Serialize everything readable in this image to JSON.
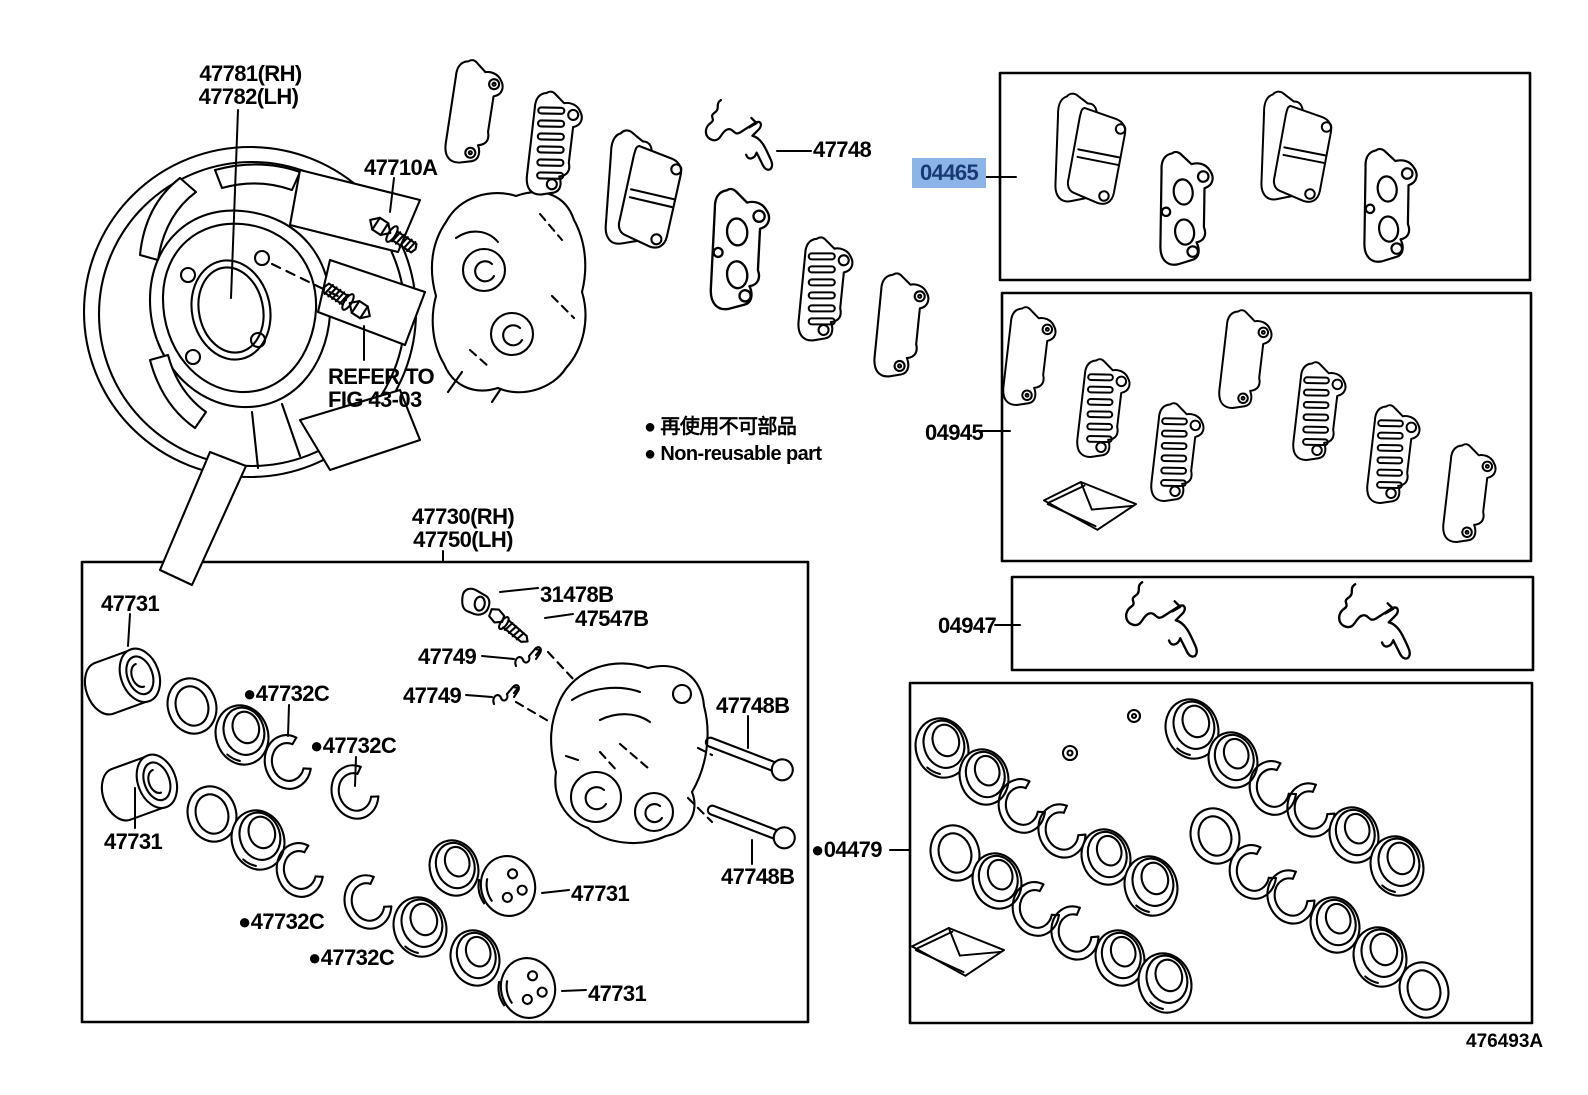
{
  "diagram": {
    "figure_code": "476493A",
    "selected_part": "04465",
    "highlight_bg": "#8CB4E8",
    "highlight_text": "#173A75",
    "line_color": "#000000",
    "note": {
      "jp": "● 再使用不可部品",
      "en": "● Non-reusable part"
    },
    "refer": {
      "line1": "REFER TO",
      "line2": "FIG 43-03"
    }
  },
  "labels": {
    "p47781": "47781(RH)",
    "p47782": "47782(LH)",
    "p47710A": "47710A",
    "p47748": "47748",
    "p04465": "04465",
    "p04945": "04945",
    "p04947": "04947",
    "p47730": "47730(RH)",
    "p47750": "47750(LH)",
    "p47731_1": "47731",
    "p47731_2": "47731",
    "p47731_3": "47731",
    "p47731_4": "47731",
    "p47732C_1": "●47732C",
    "p47732C_2": "●47732C",
    "p47732C_3": "●47732C",
    "p47732C_4": "●47732C",
    "p31478B": "31478B",
    "p47547B": "47547B",
    "p47749_1": "47749",
    "p47749_2": "47749",
    "p47748B_1": "47748B",
    "p47748B_2": "47748B",
    "p04479": "●04479",
    "fig": "476493A"
  }
}
